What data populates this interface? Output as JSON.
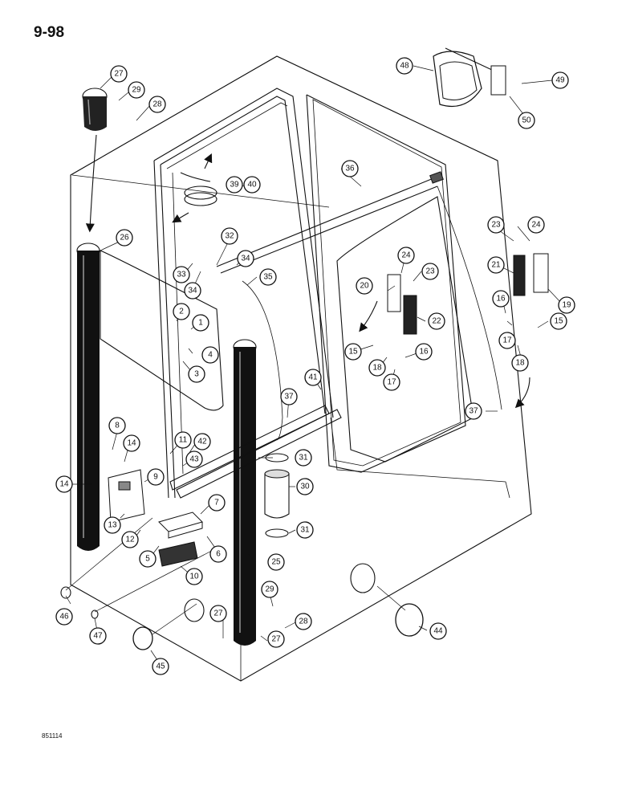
{
  "page_number": "9-98",
  "drawing_code": "851114",
  "callouts": {
    "c1": "1",
    "c2": "2",
    "c3": "3",
    "c4": "4",
    "c5": "5",
    "c6": "6",
    "c7": "7",
    "c8": "8",
    "c9": "9",
    "c10": "10",
    "c11": "11",
    "c12": "12",
    "c13": "13",
    "c14a": "14",
    "c14b": "14",
    "c15a": "15",
    "c15b": "15",
    "c16a": "16",
    "c16b": "16",
    "c17a": "17",
    "c17b": "17",
    "c18a": "18",
    "c18b": "18",
    "c19": "19",
    "c20": "20",
    "c21": "21",
    "c22": "22",
    "c23a": "23",
    "c23b": "23",
    "c24a": "24",
    "c24b": "24",
    "c25": "25",
    "c26": "26",
    "c27a": "27",
    "c27b": "27",
    "c27c": "27",
    "c28a": "28",
    "c28b": "28",
    "c29a": "29",
    "c29b": "29",
    "c30": "30",
    "c31a": "31",
    "c31b": "31",
    "c32": "32",
    "c33": "33",
    "c34a": "34",
    "c34b": "34",
    "c35": "35",
    "c36": "36",
    "c37a": "37",
    "c37b": "37",
    "c39": "39",
    "c40": "40",
    "c41": "41",
    "c42": "42",
    "c43": "43",
    "c44": "44",
    "c45": "45",
    "c46": "46",
    "c47": "47",
    "c48": "48",
    "c49": "49",
    "c50": "50"
  }
}
